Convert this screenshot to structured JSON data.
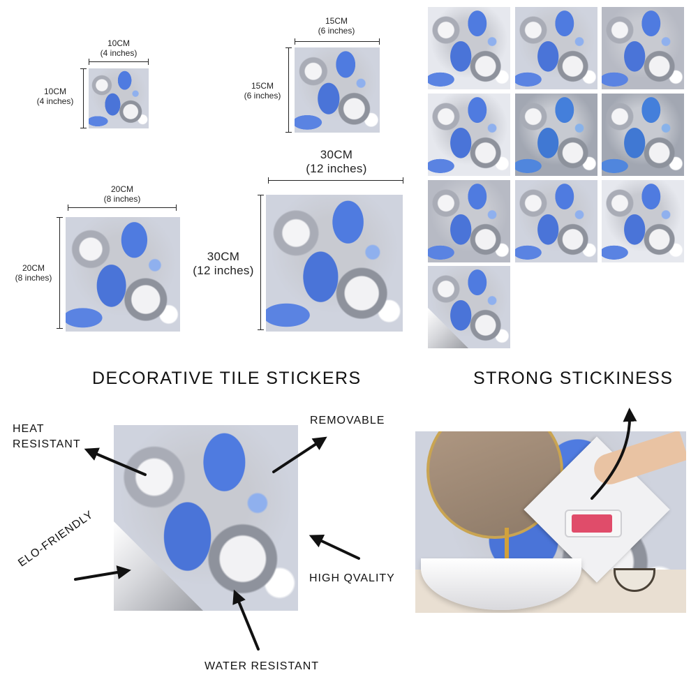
{
  "sizes": [
    {
      "width_label": "10CM",
      "width_sub": "(4 inches)",
      "height_label": "10CM",
      "height_sub": "(4 inches)"
    },
    {
      "width_label": "15CM",
      "width_sub": "(6 inches)",
      "height_label": "15CM",
      "height_sub": "(6 inches)"
    },
    {
      "width_label": "20CM",
      "width_sub": "(8 inches)",
      "height_label": "20CM",
      "height_sub": "(8 inches)"
    },
    {
      "width_label": "30CM",
      "width_sub": "(12 inches)",
      "height_label": "30CM",
      "height_sub": "(12 inches)"
    }
  ],
  "headings": {
    "left": "DECORATIVE TILE STICKERS",
    "right": "STRONG STICKINESS"
  },
  "features": {
    "heat": "HEAT\nRESISTANT",
    "removable": "REMOVABLE",
    "eco": "ELO-FRIENDLY",
    "quality": "HIGH QVALITY",
    "water": "WATER RESISTANT"
  },
  "colors": {
    "tile_blue": "#4a74d8",
    "tile_grey": "#a9acb6",
    "arrow": "#111111"
  },
  "icons": [
    "arrow-icon",
    "peel-corner-icon",
    "phone-icon",
    "faucet-icon"
  ]
}
